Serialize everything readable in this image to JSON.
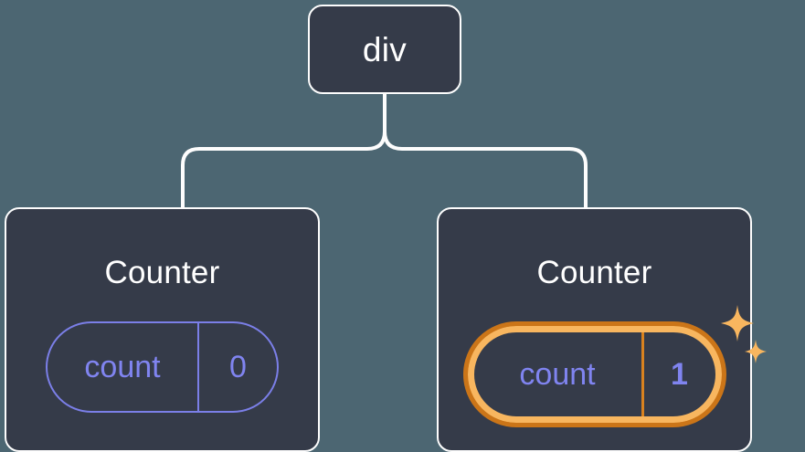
{
  "diagram": {
    "type": "component-tree",
    "background_color": "#4c6672",
    "node_fill_color": "#353b49",
    "node_border_color": "#fdfdfd",
    "connector_color": "#fdfdfd",
    "state_color": "#8084f0",
    "highlight_outer_color": "#cb7518",
    "highlight_inner_color": "#f8b65f",
    "root": {
      "label": "div"
    },
    "children": [
      {
        "label": "Counter",
        "highlighted": false,
        "state": {
          "key": "count",
          "value": "0"
        }
      },
      {
        "label": "Counter",
        "highlighted": true,
        "state": {
          "key": "count",
          "value": "1"
        },
        "sparkle_icons": [
          "sparkle-large-icon",
          "sparkle-small-icon"
        ]
      }
    ]
  }
}
